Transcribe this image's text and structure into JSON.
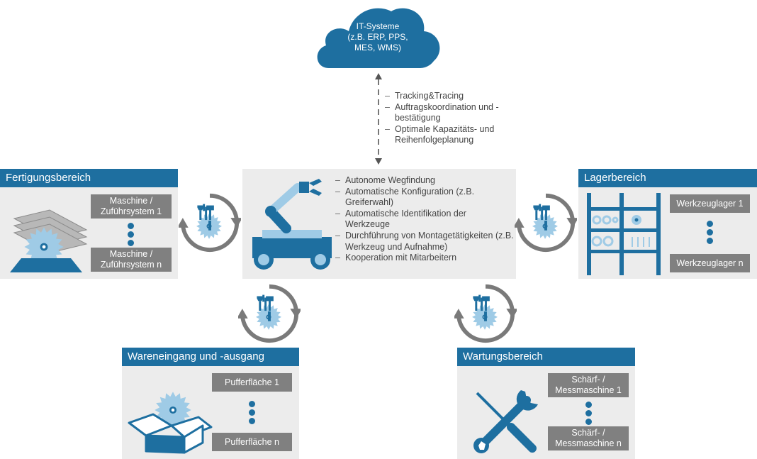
{
  "it_system": {
    "title": "IT-Systeme",
    "line2": "(z.B. ERP, PPS,",
    "line3": "MES, WMS)"
  },
  "it_functions": [
    "Tracking&Tracing",
    "Auftragskoordination und -bestätigung",
    "Optimale Kapazitäts- und Reihenfolgeplanung"
  ],
  "robot_functions": [
    "Autonome Wegfindung",
    "Automatische Konfiguration (z.B. Greiferwahl)",
    "Automatische Identifikation der Werkzeuge",
    "Durchführung von Montagetätigkeiten (z.B. Werkzeug und Aufnahme)",
    "Kooperation mit Mitarbeitern"
  ],
  "areas": {
    "fertigung": {
      "title": "Fertigungsbereich",
      "item_first": "Maschine / Zuführsystem 1",
      "item_last": "Maschine / Zuführsystem n"
    },
    "lager": {
      "title": "Lagerbereich",
      "item_first": "Werkzeuglager 1",
      "item_last": "Werkzeuglager n"
    },
    "wareneingang": {
      "title": "Wareneingang und -ausgang",
      "item_first": "Pufferfläche 1",
      "item_last": "Pufferfläche n"
    },
    "wartung": {
      "title": "Wartungsbereich",
      "item_first": "Schärf- / Messmaschine 1",
      "item_last": "Schärf- / Messmaschine n"
    }
  },
  "colors": {
    "primary_blue": "#1e6fa0",
    "light_blue": "#9fcbe6",
    "panel_gray": "#ececec",
    "box_gray": "#808080",
    "cycle_gray": "#7a7a7a"
  },
  "icons": [
    "cloud-icon",
    "robot-icon",
    "saw-blade-icon",
    "shelf-icon",
    "box-icon",
    "wrench-screwdriver-icon",
    "tool-cycle-icon"
  ]
}
